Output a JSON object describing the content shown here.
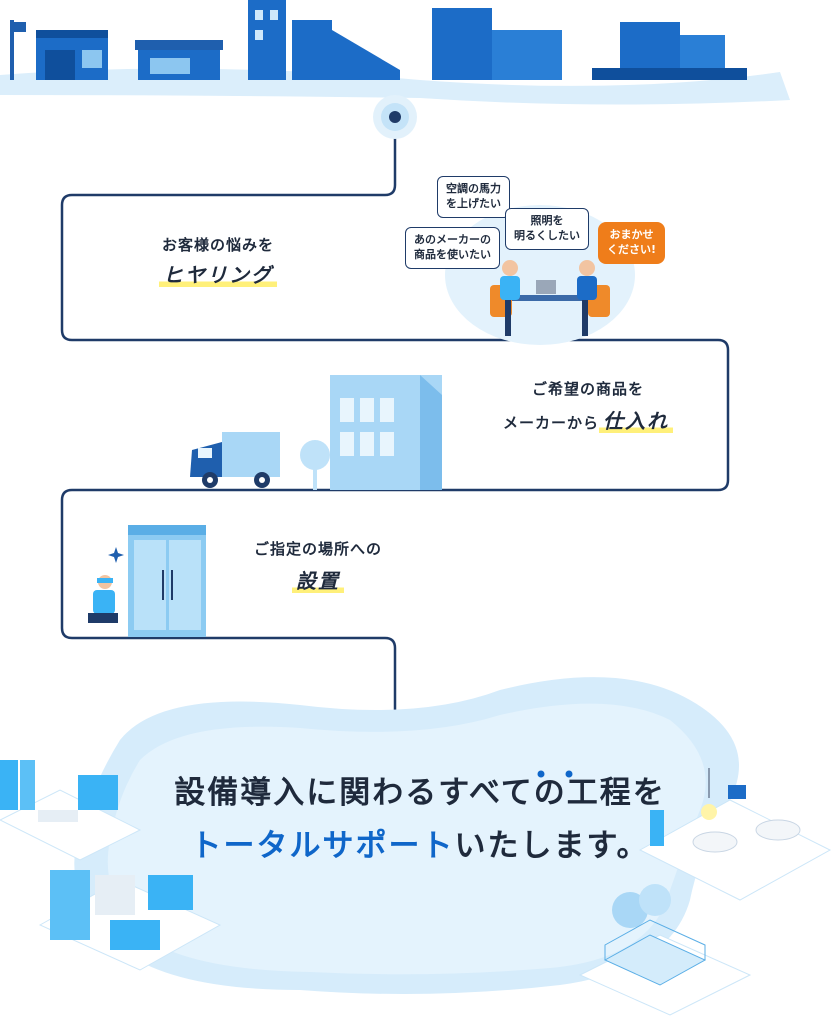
{
  "steps": [
    {
      "line1": "お客様の悩みを",
      "emphasis": "ヒヤリング"
    },
    {
      "line1": "ご希望の商品を",
      "line2_prefix": "メーカーから",
      "emphasis": "仕入れ"
    },
    {
      "line1": "ご指定の場所への",
      "emphasis": "設置"
    }
  ],
  "bubbles": [
    "空調の馬力\nを上げたい",
    "照明を\n明るくしたい",
    "あのメーカーの\n商品を使いたい"
  ],
  "bubble_highlight": "おまかせ\nください!",
  "tagline": {
    "line1": "設備導入に関わるすべての工程を",
    "line2_blue": "トータルサポート",
    "line2_rest": "いたします。"
  },
  "colors": {
    "primary": "#0f66c9",
    "dark_line": "#1f3b68",
    "accent": "#ef7d1a",
    "highlight": "#fff07a",
    "cloud": "#d6ecfb"
  }
}
